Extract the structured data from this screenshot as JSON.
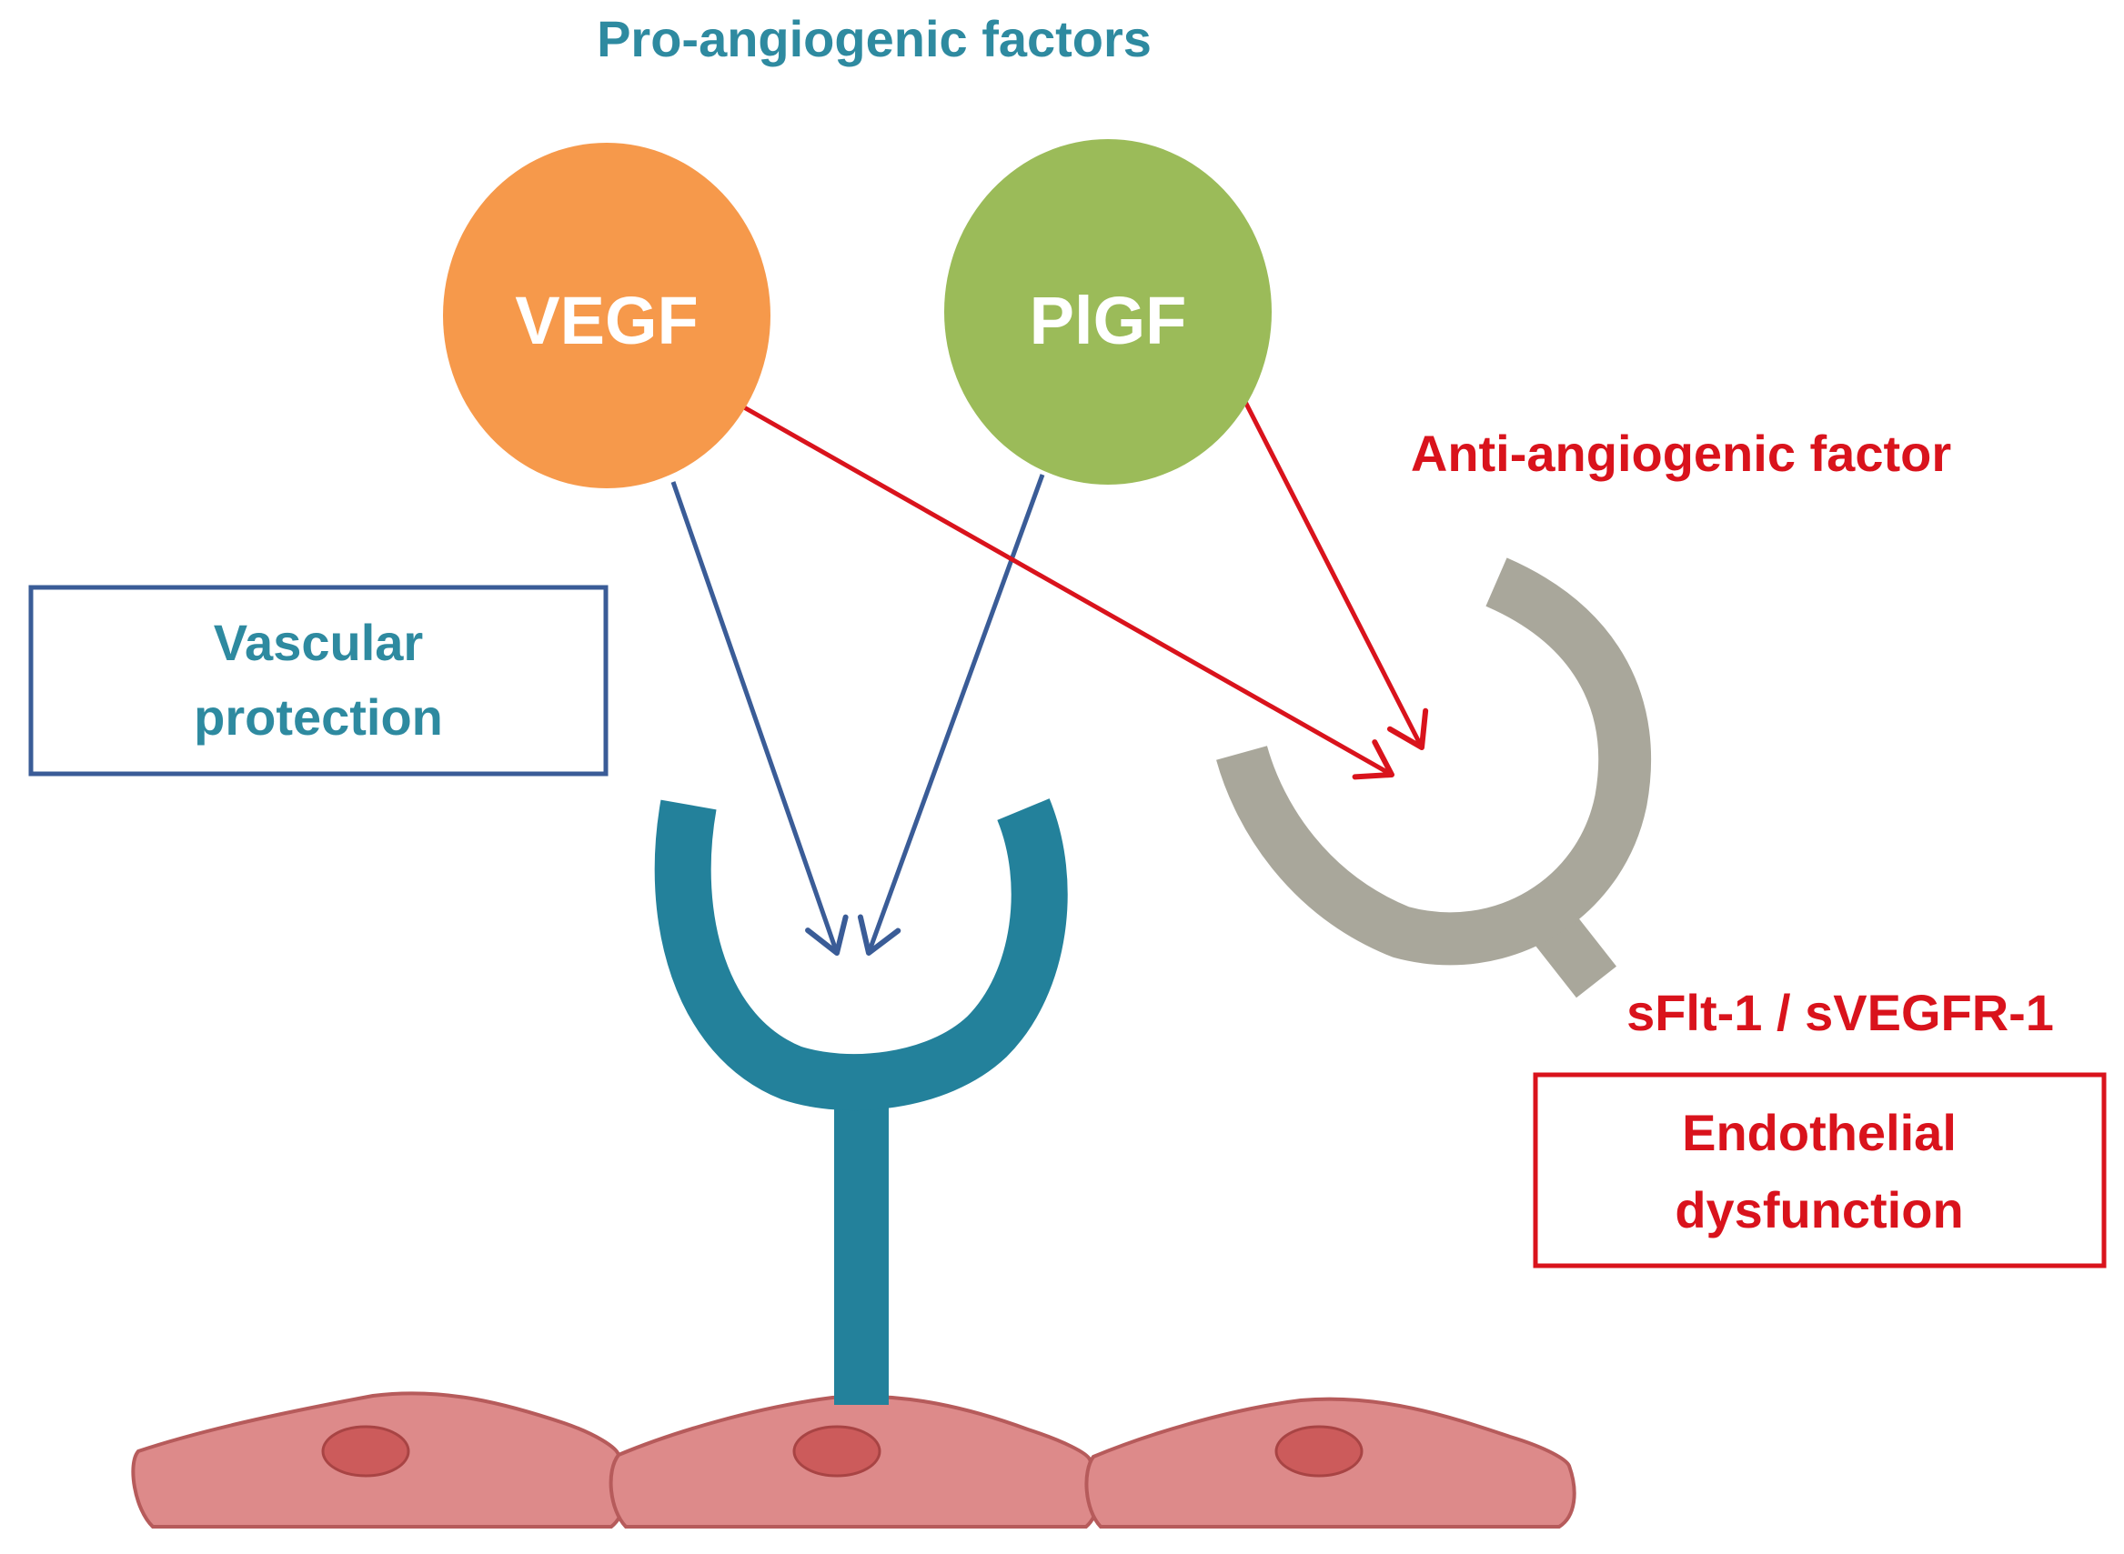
{
  "title": "Pro-angiogenic factors",
  "factors": {
    "vegf": "VEGF",
    "plgf": "PlGF"
  },
  "anti_label": "Anti-angiogenic factor",
  "receptor_label": "sFlt-1 / sVEGFR-1",
  "vascular_box": {
    "line1": "Vascular",
    "line2": "protection"
  },
  "endothelial_box": {
    "line1": "Endothelial",
    "line2": "dysfunction"
  },
  "colors": {
    "teal_text": "#2e8aa0",
    "red": "#d9131c",
    "blue_arrow": "#3a5c97",
    "orange": "#f6994b",
    "green": "#9bbb59",
    "receptor_teal": "#23819b",
    "soluble_gray": "#a9a79b",
    "cell_body": "#dd8a8a",
    "cell_nucleus": "#cc5b5b"
  }
}
